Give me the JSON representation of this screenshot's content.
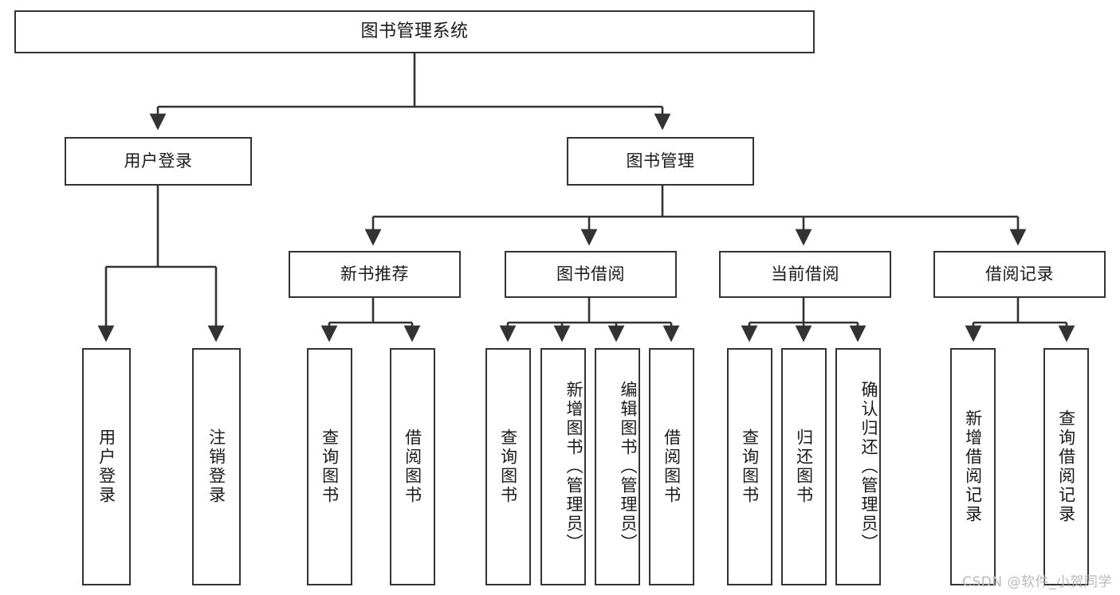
{
  "diagram": {
    "type": "tree-hierarchy-chart",
    "title": "图书管理系统",
    "watermark": "CSDN @软件_小贺同学",
    "colors": {
      "node_border": "#333333",
      "node_fill": "#ffffff",
      "edge": "#333333",
      "text": "#1a1a1a",
      "watermark": "#b9b9b9",
      "background": "#ffffff"
    },
    "levels": [
      {
        "level": 1,
        "nodes": [
          {
            "id": "root",
            "label": "图书管理系统",
            "orientation": "horizontal"
          }
        ]
      },
      {
        "level": 2,
        "nodes": [
          {
            "id": "login",
            "label": "用户登录",
            "orientation": "horizontal",
            "parent": "root"
          },
          {
            "id": "bookmgmt",
            "label": "图书管理",
            "orientation": "horizontal",
            "parent": "root"
          }
        ]
      },
      {
        "level": 3,
        "nodes": [
          {
            "id": "newbook",
            "label": "新书推荐",
            "orientation": "horizontal",
            "parent": "bookmgmt"
          },
          {
            "id": "borrow",
            "label": "图书借阅",
            "orientation": "horizontal",
            "parent": "bookmgmt"
          },
          {
            "id": "current",
            "label": "当前借阅",
            "orientation": "horizontal",
            "parent": "bookmgmt"
          },
          {
            "id": "records",
            "label": "借阅记录",
            "orientation": "horizontal",
            "parent": "bookmgmt"
          }
        ]
      },
      {
        "level": 4,
        "nodes": [
          {
            "id": "leaf1",
            "label": "用户登录",
            "orientation": "vertical",
            "parent": "login"
          },
          {
            "id": "leaf2",
            "label": "注销登录",
            "orientation": "vertical",
            "parent": "login"
          },
          {
            "id": "leaf3",
            "label": "查询图书",
            "orientation": "vertical",
            "parent": "newbook"
          },
          {
            "id": "leaf4",
            "label": "借阅图书",
            "orientation": "vertical",
            "parent": "newbook"
          },
          {
            "id": "leaf5",
            "label": "查询图书",
            "orientation": "vertical",
            "parent": "borrow"
          },
          {
            "id": "leaf6",
            "label": "新增图书（管理员）",
            "orientation": "vertical",
            "parent": "borrow"
          },
          {
            "id": "leaf7",
            "label": "编辑图书（管理员）",
            "orientation": "vertical",
            "parent": "borrow"
          },
          {
            "id": "leaf8",
            "label": "借阅图书",
            "orientation": "vertical",
            "parent": "borrow"
          },
          {
            "id": "leaf9",
            "label": "查询图书",
            "orientation": "vertical",
            "parent": "current"
          },
          {
            "id": "leaf10",
            "label": "归还图书",
            "orientation": "vertical",
            "parent": "current"
          },
          {
            "id": "leaf11",
            "label": "确认归还（管理员）",
            "orientation": "vertical",
            "parent": "current"
          },
          {
            "id": "leaf12",
            "label": "新增借阅记录",
            "orientation": "vertical",
            "parent": "records"
          },
          {
            "id": "leaf13",
            "label": "查询借阅记录",
            "orientation": "vertical",
            "parent": "records"
          }
        ]
      }
    ]
  }
}
